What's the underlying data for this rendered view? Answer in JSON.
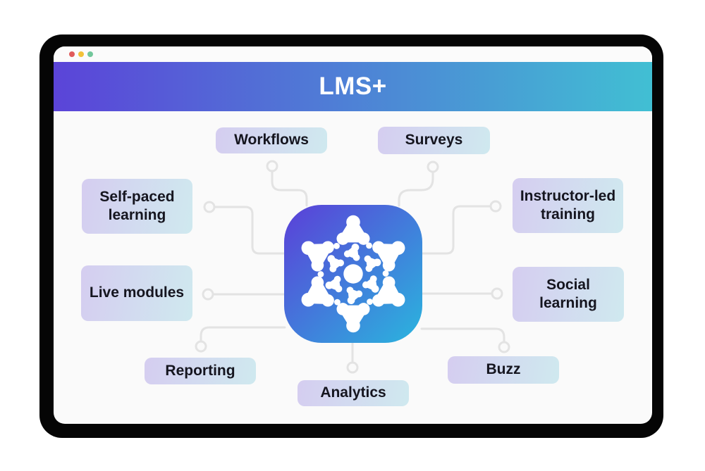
{
  "window": {
    "title": "LMS+"
  },
  "traffic_lights": [
    {
      "name": "close",
      "color": "#e05b5b"
    },
    {
      "name": "minimize",
      "color": "#f2c139"
    },
    {
      "name": "maximize",
      "color": "#72c79b"
    }
  ],
  "center_icon": {
    "name": "lms-snowflake-logo"
  },
  "features": [
    {
      "id": "workflows",
      "label": "Workflows"
    },
    {
      "id": "surveys",
      "label": "Surveys"
    },
    {
      "id": "self-paced-learning",
      "label": "Self-paced learning"
    },
    {
      "id": "instructor-led-training",
      "label": "Instructor-led training"
    },
    {
      "id": "live-modules",
      "label": "Live modules"
    },
    {
      "id": "social-learning",
      "label": "Social learning"
    },
    {
      "id": "reporting",
      "label": "Reporting"
    },
    {
      "id": "analytics",
      "label": "Analytics"
    },
    {
      "id": "buzz",
      "label": "Buzz"
    }
  ],
  "colors": {
    "header_grad_start": "#5b44d8",
    "header_grad_end": "#41bfd3",
    "icon_grad_start": "#5b3fd8",
    "icon_grad_end": "#2ab5de",
    "box_grad_start": "#d5cdf0",
    "box_grad_end": "#cfe9ef",
    "connector": "#e3e3e3"
  }
}
